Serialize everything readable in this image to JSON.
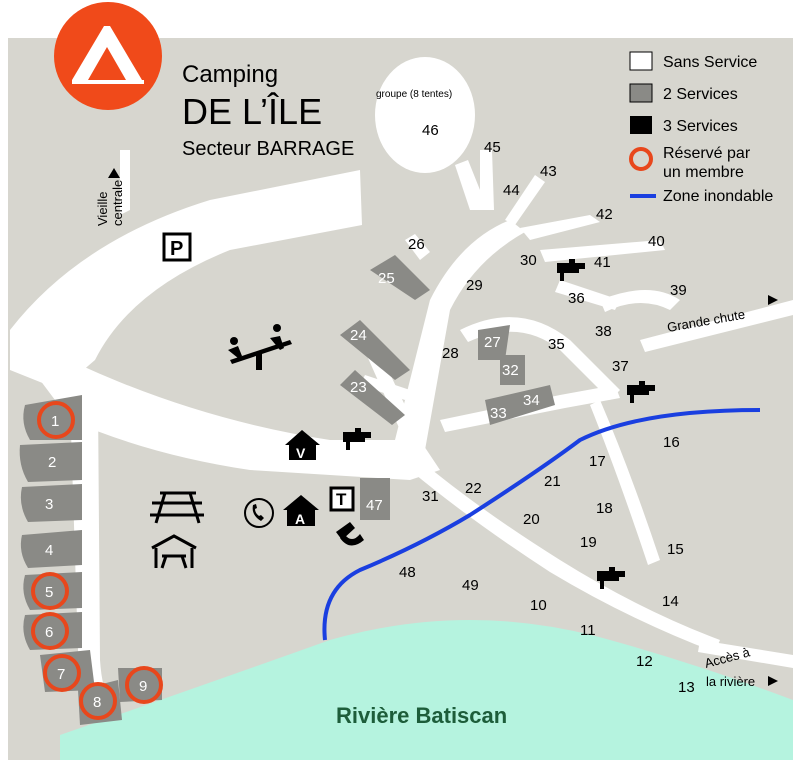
{
  "title": {
    "line1": "Camping",
    "line2": "DE L’ÎLE",
    "line3": "Secteur BARRAGE"
  },
  "legend": [
    {
      "label": "Sans Service",
      "swatch": "#ffffff"
    },
    {
      "label": "2 Services",
      "swatch": "#8a8a86"
    },
    {
      "label": "3 Services",
      "swatch": "#000000"
    },
    {
      "label": "Réservé par",
      "label2": "un membre",
      "swatch": "#e8471c"
    },
    {
      "label": "Zone inondable",
      "swatch": "#1a3fe0"
    }
  ],
  "labels": {
    "groupe": "groupe (8 tentes)",
    "vieille_1": "Vieille",
    "vieille_2": "centrale",
    "grande_chute": "Grande chute",
    "acces_1": "Accès à",
    "acces_2": "la rivière",
    "riviere": "Rivière Batiscan"
  },
  "facilities": {
    "parking": "P",
    "vidange": "V",
    "accueil": "A",
    "toilettes": "T"
  },
  "sites": {
    "s1": "1",
    "s2": "2",
    "s3": "3",
    "s4": "4",
    "s5": "5",
    "s6": "6",
    "s7": "7",
    "s8": "8",
    "s9": "9",
    "s10": "10",
    "s11": "11",
    "s12": "12",
    "s13": "13",
    "s14": "14",
    "s15": "15",
    "s16": "16",
    "s17": "17",
    "s18": "18",
    "s19": "19",
    "s20": "20",
    "s21": "21",
    "s22": "22",
    "s23": "23",
    "s24": "24",
    "s25": "25",
    "s26": "26",
    "s27": "27",
    "s28": "28",
    "s29": "29",
    "s30": "30",
    "s31": "31",
    "s32": "32",
    "s33": "33",
    "s34": "34",
    "s35": "35",
    "s36": "36",
    "s37": "37",
    "s38": "38",
    "s39": "39",
    "s40": "40",
    "s41": "41",
    "s42": "42",
    "s43": "43",
    "s44": "44",
    "s45": "45",
    "s46": "46",
    "s47": "47",
    "s48": "48",
    "s49": "49"
  },
  "colors": {
    "land": "#d7d6cf",
    "road": "#ffffff",
    "two_services": "#8a8a86",
    "flood_line": "#1a3fe0",
    "reserved_ring": "#e8471c",
    "river": "#b5f3df",
    "logo": "#f04a1a"
  }
}
